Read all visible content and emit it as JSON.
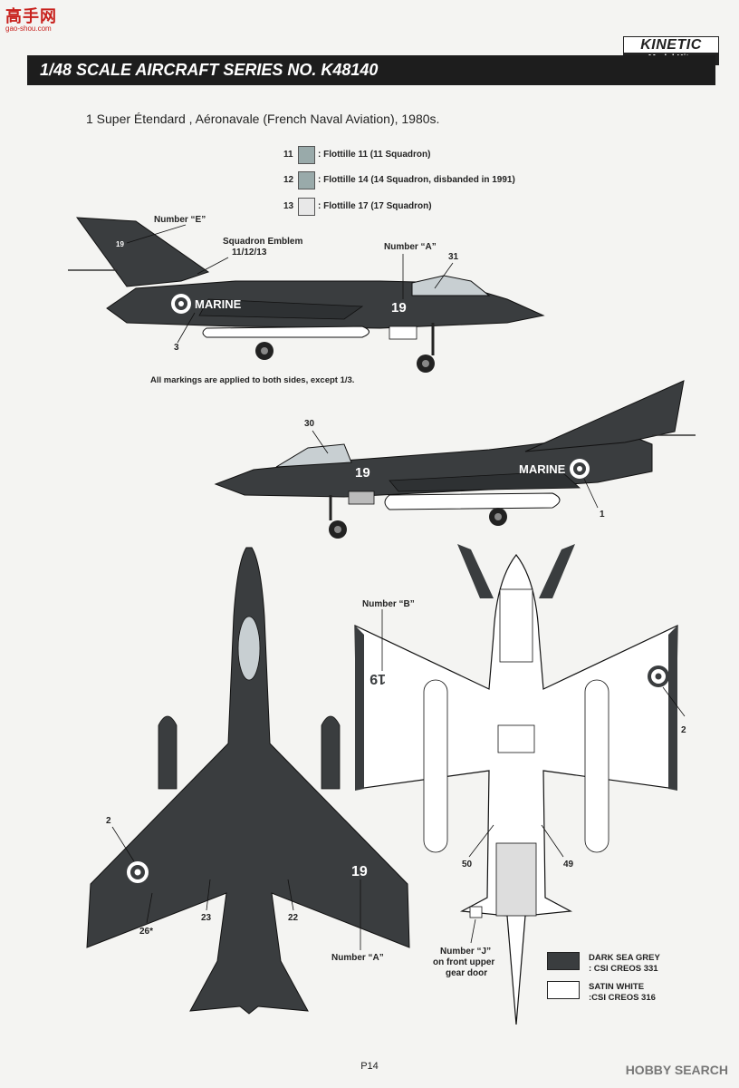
{
  "watermark_top": {
    "site_glyphs": "高手网",
    "url": "gao-shou.com"
  },
  "brand": {
    "name": "KINETIC",
    "sub": "Model Kits"
  },
  "header": {
    "title": "1/48 SCALE AIRCRAFT SERIES NO. K48140"
  },
  "subtitle": "1  Super Étendard , Aéronavale (French Naval Aviation), 1980s.",
  "squadrons": [
    {
      "num": "11",
      "text": ": Flottille 11 (11 Squadron)"
    },
    {
      "num": "12",
      "text": ": Flottille 14 (14 Squadron, disbanded in 1991)"
    },
    {
      "num": "13",
      "text": ": Flottille 17 (17 Squadron)"
    }
  ],
  "callouts": {
    "number_e": "Number “E”",
    "squadron_emblem": "Squadron Emblem",
    "squadron_emblem_nums": "11/12/13",
    "number_a_top": "Number “A”",
    "n31": "31",
    "n3": "3",
    "n30": "30",
    "n1": "1",
    "number_b": "Number “B”",
    "n2_right": "2",
    "n2_left": "2",
    "n23": "23",
    "n22": "22",
    "n26": "26*",
    "number_a_bottom": "Number “A”",
    "n50": "50",
    "n49": "49",
    "number_j_line1": "Number “J”",
    "number_j_line2": "on front upper",
    "number_j_line3": "gear door"
  },
  "aircraft_labels": {
    "marine": "MARINE",
    "side_number": "19",
    "fin_number": "19",
    "wing_number": "19"
  },
  "note": "All markings are applied to both sides, except 1/3.",
  "legend": [
    {
      "name": "DARK SEA GREY",
      "code": ": CSI CREOS 331",
      "color": "#3a3d3f"
    },
    {
      "name": "SATIN WHITE",
      "code": ":CSI CREOS 316",
      "color": "#ffffff"
    }
  ],
  "colors": {
    "dark_sea_grey": "#3a3d3f",
    "satin_white": "#ffffff",
    "banner": "#1d1d1d"
  },
  "page_number": "P14",
  "watermark_bottom": "HOBBY SEARCH"
}
